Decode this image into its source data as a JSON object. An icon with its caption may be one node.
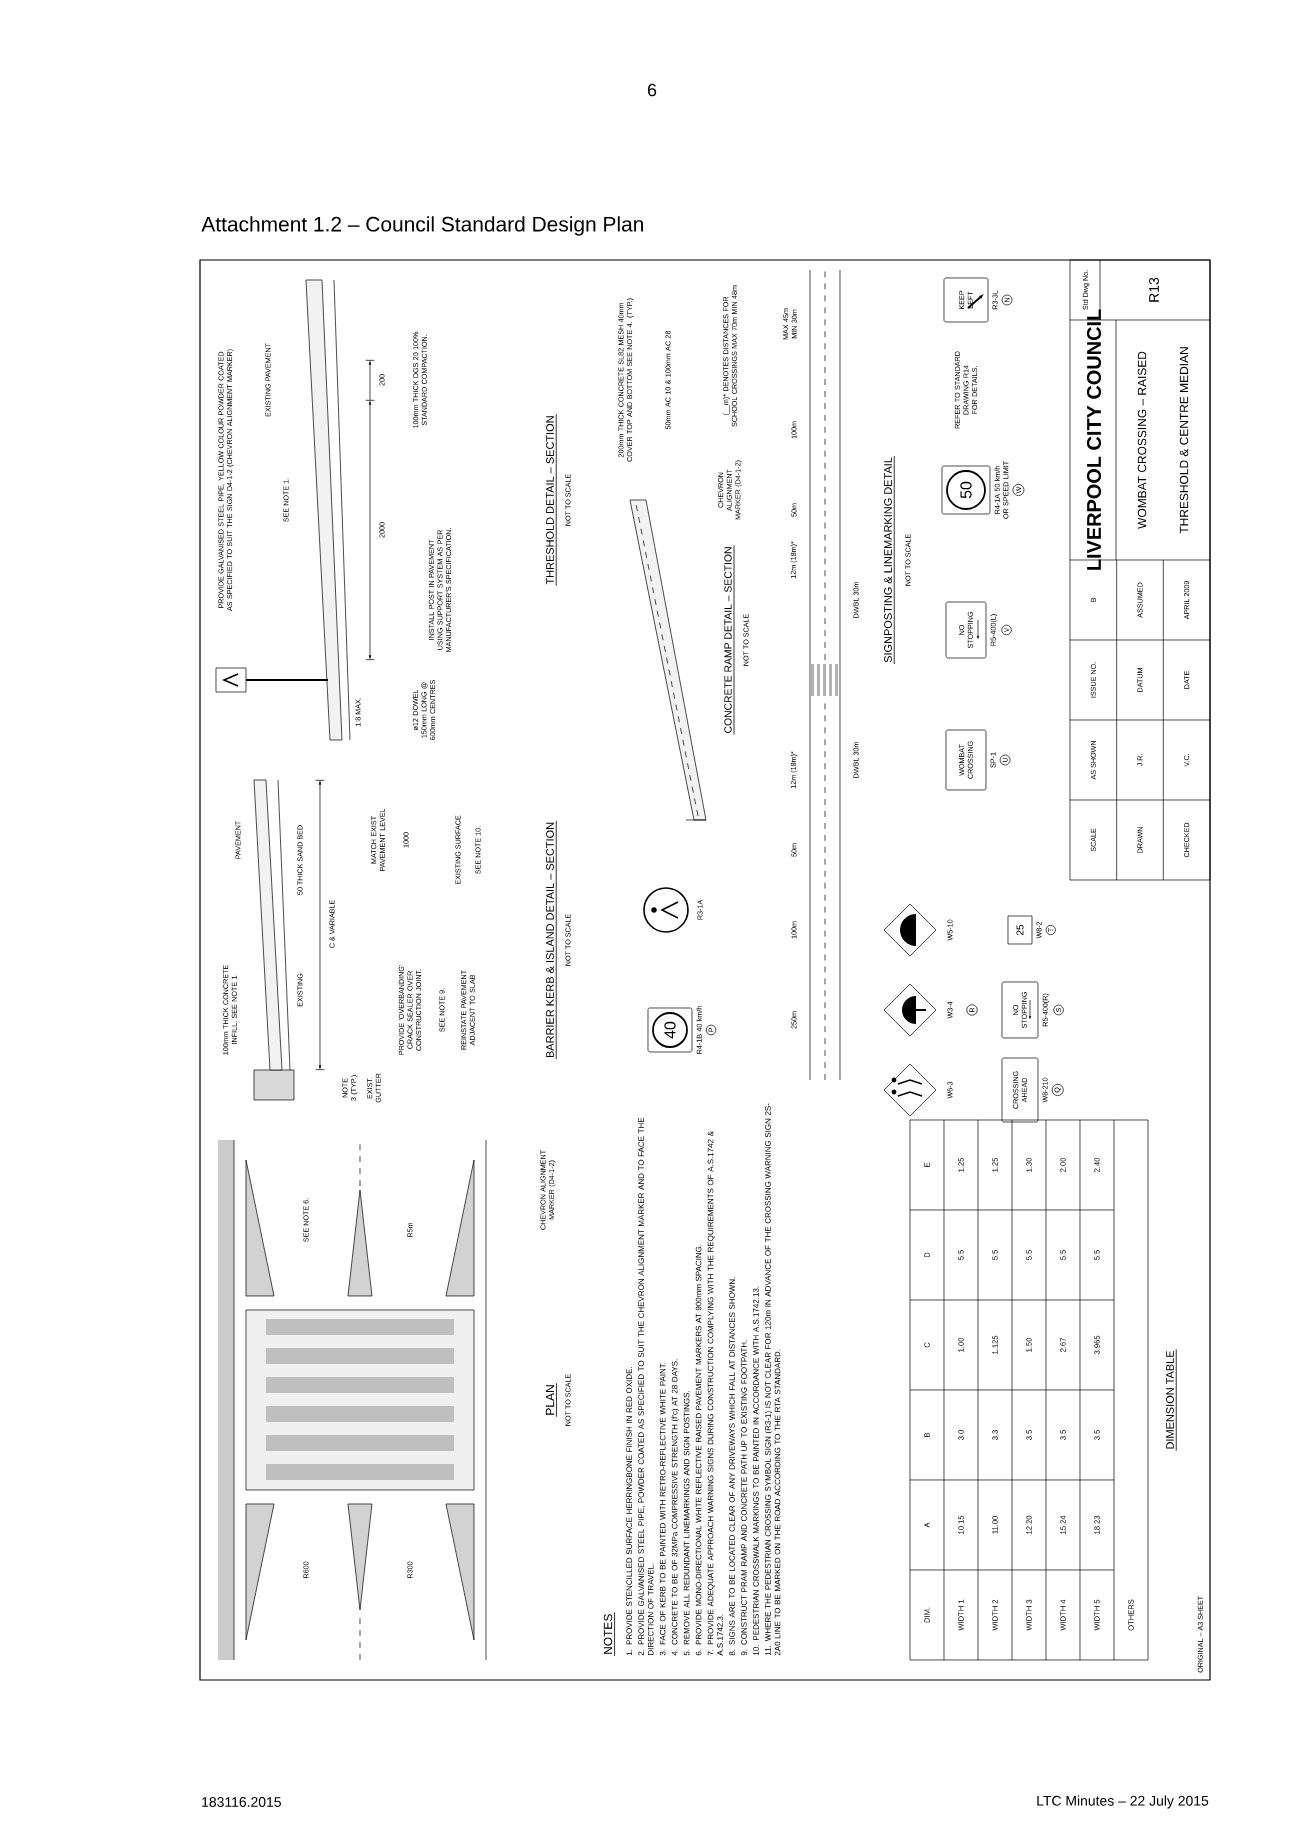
{
  "diagram": {
    "title": "Attachment 1.2 – Council Standard Design Plan",
    "nodes": [
      {
        "text": [
          "WOMBAT CROSSING"
        ],
        "beside": [
          "SP-1",
          "U"
        ]
      },
      {
        "text": [
          "NO STOPPING"
        ],
        "beside": [
          "R5-400(L)",
          "V"
        ]
      },
      {
        "text": [
          "50"
        ],
        "beside": [
          "R4-1A 50 km/h OR SPEED LIMIT",
          "W"
        ]
      },
      {
        "text": [
          "KEEP LEFT"
        ],
        "beside": [
          "R3-3L",
          "N"
        ]
      },
      {
        "text": [
          "40"
        ],
        "beside": [
          "R4-1B 40 km/h",
          "P"
        ]
      },
      {
        "text": [
          "NO STOPPING"
        ],
        "beside": [
          "R5-400(R)",
          "S"
        ]
      },
      {
        "text": [
          "CROSSING AHEAD"
        ],
        "beside": [
          "W8-210",
          "Q"
        ]
      },
      {
        "text": [
          "25"
        ],
        "beside": [
          "W8-2",
          "T"
        ]
      }
    ],
    "labels": [
      "6",
      "NOTES",
      "1. PROVIDE STENCILLED SURFACE HERRINGBONE FINISH IN RED OXIDE.",
      "2. PROVIDE GALVANISED STEEL PIPE, POWDER COATED AS SPECIFIED TO SUIT THE CHEVRON ALIGNMENT MARKER AND TO FACE THE DIRECTION OF TRAVEL.",
      "3. FACE OF KERB TO BE PAINTED WITH RETRO-REFLECTIVE WHITE PAINT.",
      "4. CONCRETE TO BE OF 32MPa COMPRESSIVE STRENGTH (f'c) AT 28 DAYS.",
      "5. REMOVE ALL REDUNDANT LINEMARKINGS AND SIGN POSTINGS.",
      "6. PROVIDE MONO-DIRECTIONAL WHITE REFLECTIVE RAISED PAVEMENT MARKERS AT 900mm SPACING.",
      "7. PROVIDE ADEQUATE APPROACH WARNING SIGNS DURING CONSTRUCTION COMPLYING WITH THE REQUIREMENTS OF A.S.1742 & A.S.1742.3.",
      "8. SIGNS ARE TO BE LOCATED CLEAR OF ANY DRIVEWAYS WHICH FALL AT DISTANCES SHOWN.",
      "9. CONSTRUCT PRAM RAMP AND CONCRETE PATH UP TO EXISTING FOOTPATH.",
      "10. PEDESTRIAN CROSSWALK MARKINGS TO BE PAINTED IN ACCORDANCE WITH A.S.1742.13.",
      "11. WHERE THE PEDESTRIAN CROSSING SYMBOL SIGN (R3-1) IS NOT CLEAR FOR 120m IN ADVANCE OF THE CROSSING WARNING SIGN 2S-2A0 LINE TO BE MARKED ON THE ROAD ACCORDING TO THE RTA STANDARD.",
      "PLAN",
      "NOT TO SCALE",
      "SEE NOTE 6.",
      "R600",
      "R5m",
      "R300",
      "BARRIER KERB & ISLAND DETAIL – SECTION",
      "NOT TO SCALE",
      "100mm THICK CONCRETE INFILL. SEE NOTE 1",
      "NOTE 3 (TYP.)",
      "EXIST. GUTTER",
      "EXISTING",
      "PAVEMENT",
      "50 THICK SAND BED",
      "C & VARIABLE",
      "PROVIDE 'OVERBANDING' CRACK SEALER OVER CONSTRUCTION JOINT.",
      "SEE NOTE 9.",
      "REINSTATE PAVEMENT ADJACENT TO SLAB",
      "MATCH EXIST PAVEMENT LEVEL",
      "1000",
      "EXISTING SURFACE",
      "SEE NOTE 10.",
      "THRESHOLD DETAIL – SECTION",
      "NOT TO SCALE",
      "PROVIDE GALVANISED STEEL PIPE, YELLOW COLOUR POWDER COATED AS SPECIFIED TO SUIT THE SIGN D4-1-2 (CHEVRON ALIGNMENT MARKER)",
      "EXISTING PAVEMENT",
      "SEE NOTE 1.",
      "100mm THICK DGS 20 100% STANDARD COMPACTION.",
      "INSTALL POST IN PAVEMENT USING SUPPORT SYSTEM AS PER MANUFACTURER'S SPECIFICATION.",
      "1:8 MAX.",
      "ø12 DOWEL 150mm LONG @ 600mm CENTRES",
      "2000",
      "200",
      "CONCRETE RAMP DETAIL – SECTION",
      "NOT TO SCALE",
      "200mm THICK CONCRETE SL82 MESH 40mm COVER TOP AND BOTTOM SEE NOTE 4. (TYP.)",
      "50mm AC 10 & 100mm AC 28",
      "CHEVRON ALIGNMENT MARKER (D4-1-2)",
      "CHEVRON ALIGNMENT MARKER (D4-1-2)",
      "(__m)* DENOTES DISTANCES FOR SCHOOL CROSSINGS MAX 70m MIN 48m",
      "250m",
      "100m",
      "50m",
      "12m (18m)*",
      "DWBL 30m",
      "DWBL 30m",
      "12m (18m)*",
      "50m",
      "100m",
      "MAX 45m MIN 30m",
      "SIGNPOSTING & LINEMARKING DETAIL",
      "NOT TO SCALE",
      "R3-1A",
      "W5-10",
      "W6-3",
      "W3-4",
      "R",
      "REFER TO STANDARD DRAWING R14 FOR DETAILS.",
      "DIMENSION TABLE",
      "DIM.",
      "A",
      "B",
      "C",
      "D",
      "E",
      "WIDTH 1",
      "10.15",
      "3.0",
      "1.00",
      "5.5",
      "1.25",
      "WIDTH 2",
      "11.00",
      "3.3",
      "1.125",
      "5.5",
      "1.25",
      "WIDTH 3",
      "12.20",
      "3.5",
      "1.50",
      "5.5",
      "1.30",
      "WIDTH 4",
      "15.24",
      "3.5",
      "2.67",
      "5.5",
      "2.00",
      "WIDTH 5",
      "18.23",
      "3.5",
      "3.965",
      "5.5",
      "2.40",
      "OTHERS",
      "ORIGINAL – A3 SHEET",
      "LIVERPOOL CITY COUNCIL",
      "Std Dwg No.",
      "WOMBAT CROSSING – RAISED",
      "THRESHOLD & CENTRE MEDIAN",
      "R13",
      "SCALE",
      "AS SHOWN",
      "ISSUE NO.",
      "B",
      "DRAWN",
      "J.R.",
      "DATUM",
      "ASSUMED",
      "CHECKED",
      "V.C.",
      "DATE",
      "APRIL 2009",
      "183116.2015",
      "LTC Minutes – 22 July 2015"
    ]
  }
}
